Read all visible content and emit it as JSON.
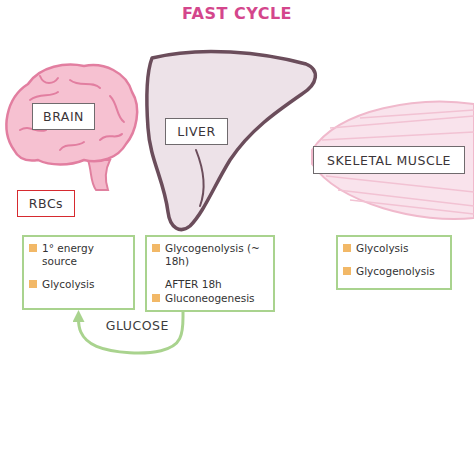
{
  "diagram": {
    "title": "FAST CYCLE",
    "nodes": [
      {
        "text": [
          "BRAIN"
        ]
      },
      {
        "text": [
          "LIVER"
        ]
      },
      {
        "text": [
          "SKELETAL MUSCLE"
        ]
      },
      {
        "text": [
          "RBCs"
        ]
      },
      {
        "text": [
          "1° energy source",
          "Glycolysis"
        ]
      },
      {
        "text": [
          "Glycogenolysis (~ 18h)",
          "AFTER 18h",
          "Gluconeogenesis"
        ]
      },
      {
        "text": [
          "Glycolysis",
          "Glycogenolysis"
        ]
      }
    ],
    "edges": [
      {
        "from": 5,
        "to": 4,
        "arrow": "to",
        "label": "GLUCOSE"
      }
    ]
  }
}
